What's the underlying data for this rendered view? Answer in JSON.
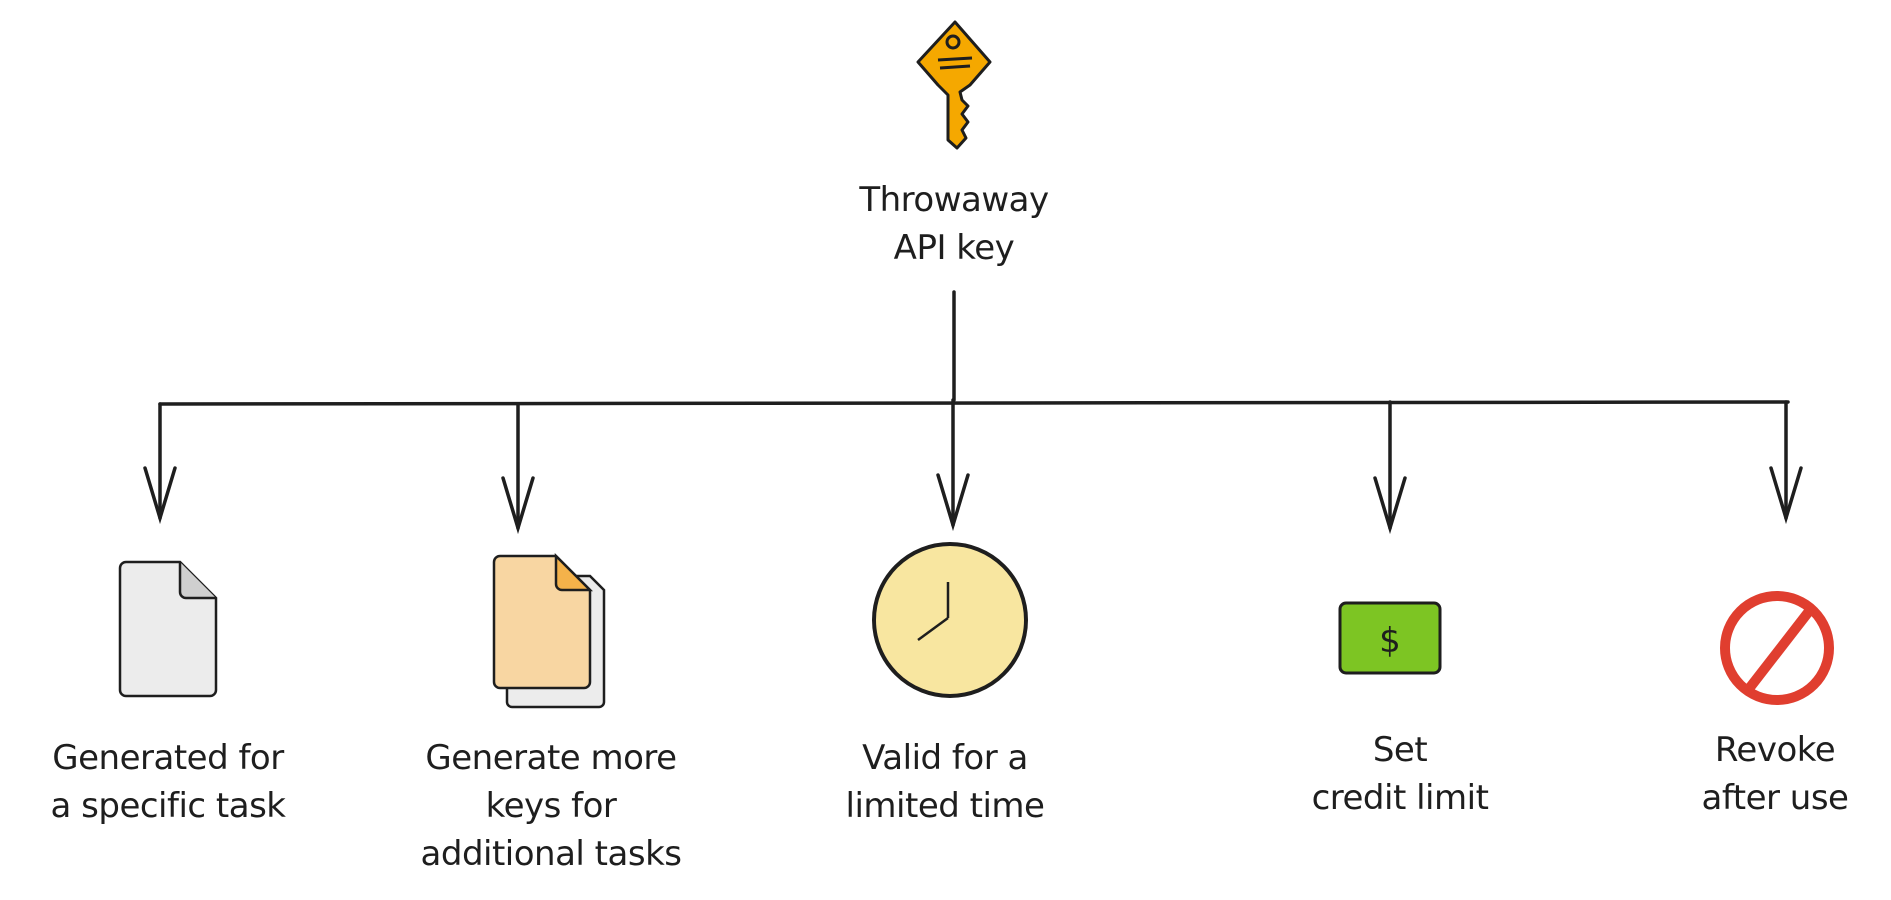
{
  "root": {
    "title_line1": "Throwaway",
    "title_line2": "API key",
    "icon": "key-icon",
    "color": "#f5a800"
  },
  "branches": [
    {
      "lines": [
        "Generated for",
        "a specific task"
      ],
      "icon": "document-icon"
    },
    {
      "lines": [
        "Generate more",
        "keys for",
        "additional tasks"
      ],
      "icon": "documents-icon"
    },
    {
      "lines": [
        "Valid for a",
        "limited time"
      ],
      "icon": "clock-icon"
    },
    {
      "lines": [
        "Set",
        "credit limit"
      ],
      "icon": "money-icon"
    },
    {
      "lines": [
        "Revoke",
        "after use"
      ],
      "icon": "prohibited-icon"
    }
  ],
  "colors": {
    "stroke": "#1e1e1e",
    "doc": "#ececec",
    "docs": "#f8d6a2",
    "docs_corner": "#f4b24a",
    "clock": "#f8e6a0",
    "money": "#7dc523",
    "revoke": "#e03e2f"
  }
}
